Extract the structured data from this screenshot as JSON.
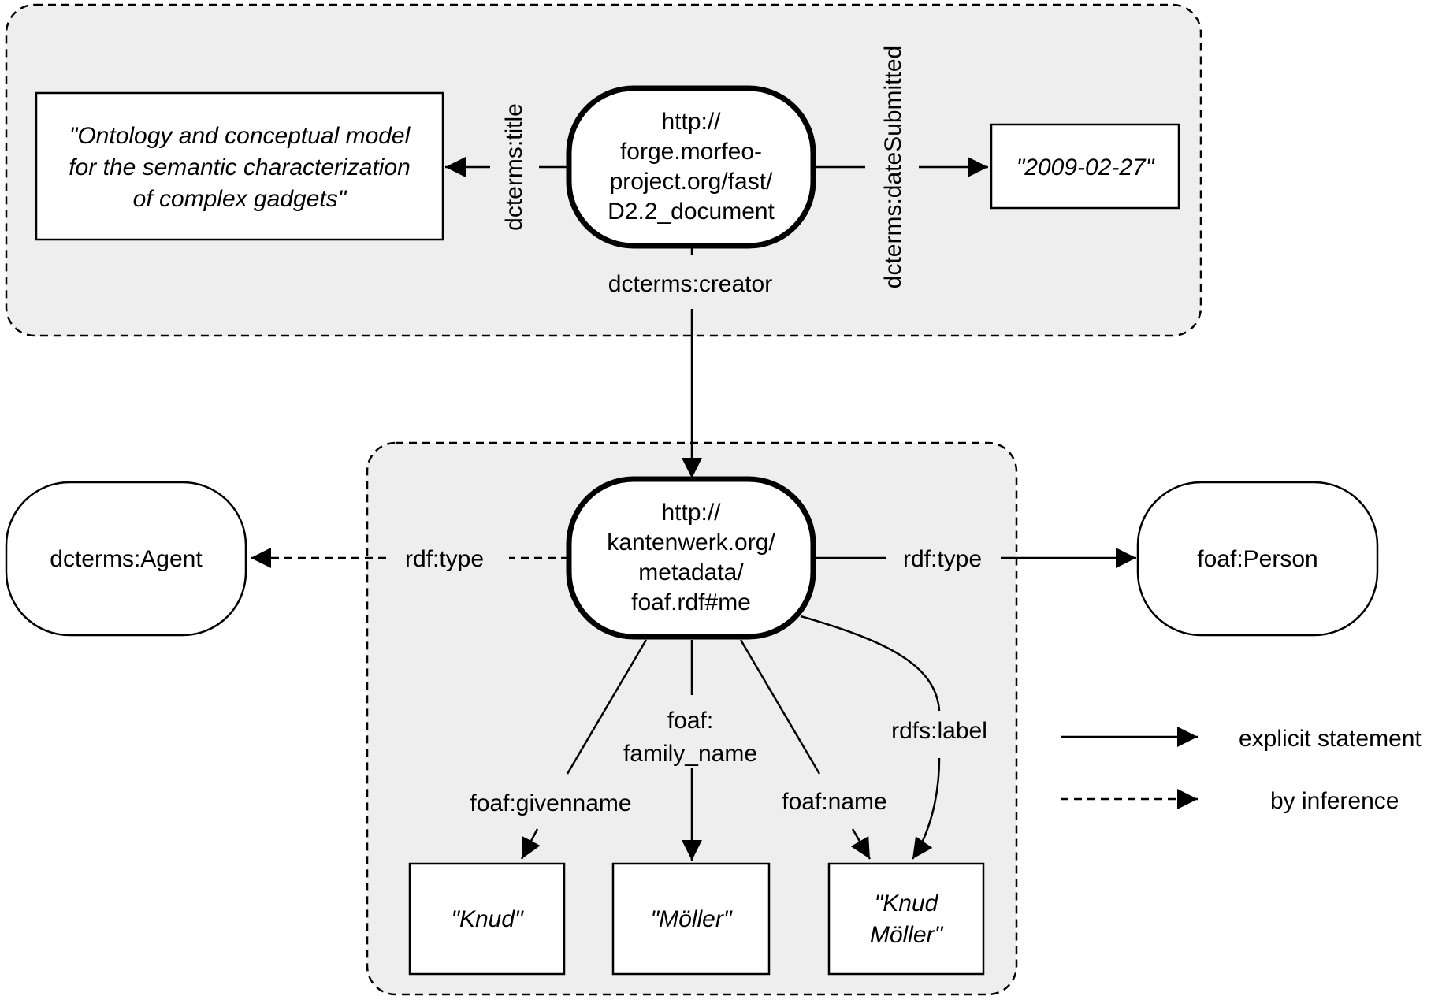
{
  "colors": {
    "group_fill": "#eeeeee",
    "stroke": "#000000",
    "background": "#ffffff"
  },
  "document": {
    "uri_lines": [
      "http://",
      "forge.morfeo-",
      "project.org/fast/",
      "D2.2_document"
    ]
  },
  "title_literal": {
    "lines": [
      "\"Ontology and conceptual model",
      "for the semantic characterization",
      "of complex gadgets\""
    ]
  },
  "date_literal": "\"2009-02-27\"",
  "person": {
    "uri_lines": [
      "http://",
      "kantenwerk.org/",
      "metadata/",
      "foaf.rdf#me"
    ]
  },
  "agent_class": "dcterms:Agent",
  "person_class": "foaf:Person",
  "givenname_literal": "\"Knud\"",
  "familyname_literal": "\"Möller\"",
  "name_literal_lines": [
    "\"Knud",
    "Möller\""
  ],
  "edges": {
    "title": "dcterms:title",
    "date_submitted": "dcterms:dateSubmitted",
    "creator": "dcterms:creator",
    "type_inferred": "rdf:type",
    "type_explicit": "rdf:type",
    "givenname": "foaf:givenname",
    "family_name_lines": [
      "foaf:",
      "family_name"
    ],
    "name": "foaf:name",
    "label": "rdfs:label"
  },
  "legend": {
    "explicit": "explicit statement",
    "inference": "by inference"
  }
}
